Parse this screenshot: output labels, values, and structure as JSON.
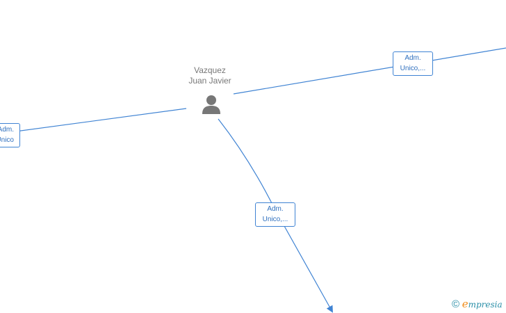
{
  "person": {
    "name_line1": "Vazquez",
    "name_line2": "Juan Javier",
    "icon": "person-icon"
  },
  "edges": [
    {
      "id": "right",
      "label_line1": "Adm.",
      "label_line2": "Unico,..."
    },
    {
      "id": "bottom",
      "label_line1": "Adm.",
      "label_line2": "Unico,..."
    },
    {
      "id": "left",
      "label_line1": "Adm.",
      "label_line2": "Unico"
    }
  ],
  "footer": {
    "copyright_symbol": "©",
    "brand_initial": "e",
    "brand_rest": "mpresia"
  },
  "colors": {
    "edge": "#3f83d3",
    "label_text": "#2e6fbe",
    "person_icon": "#777777",
    "brand_orange": "#f08c1a",
    "brand_teal": "#2a8fa8"
  }
}
